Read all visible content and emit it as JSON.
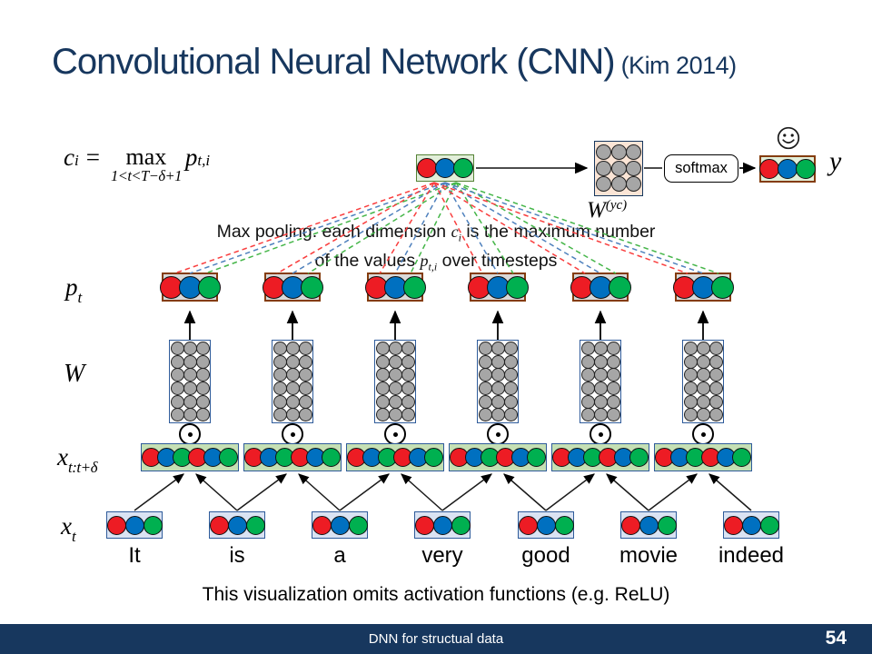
{
  "title": {
    "main": "Convolutional Neural Network (CNN)",
    "citation": "(Kim 2014)"
  },
  "formula": {
    "lhs": "c",
    "lhs_sub": "i",
    "eq": "=",
    "op": "max",
    "op_cond": "1<t<T−δ+1",
    "rhs": "p",
    "rhs_sub": "t,i"
  },
  "pooling_note": {
    "l1a": "Max pooling: each dimension ",
    "l1var": "c",
    "l1sub": "i",
    "l1b": " is the maximum number",
    "l2a": "of the values ",
    "l2var": "p",
    "l2sub": "t,i",
    "l2b": " over timesteps"
  },
  "top_row": {
    "weight_label": "W",
    "weight_sup": "(yc)",
    "softmax": "softmax",
    "output_label": "y",
    "smiley_icon": "smiley-face"
  },
  "layer_labels": {
    "pt_var": "p",
    "pt_sub": "t",
    "w_var": "W",
    "win_var": "x",
    "win_sub": "t:t+δ",
    "xt_var": "x",
    "xt_sub": "t"
  },
  "diagram": {
    "words": [
      "It",
      "is",
      "a",
      "very",
      "good",
      "movie",
      "indeed"
    ],
    "vector_pattern": [
      "red",
      "blue",
      "green"
    ],
    "window_pattern": [
      "red",
      "blue",
      "green",
      "red",
      "blue",
      "green"
    ],
    "num_windows": 6,
    "wyc_grid": {
      "rows": 3,
      "cols": 3
    },
    "w_grid": {
      "rows": 6,
      "cols": 3
    },
    "dot_operator_icon": "dot-product"
  },
  "notes": {
    "bottom": "This visualization omits activation functions (e.g. ReLU)"
  },
  "footer": {
    "text": "DNN for structual data",
    "page": "54"
  },
  "colors": {
    "navy": "#17375e",
    "red": "#ed1c24",
    "blue": "#0070c0",
    "green": "#00b050",
    "gray_circle": "#a6a6a6",
    "peach_bg": "#fbe5d6",
    "light_green_bg": "#e2efda",
    "green_box_bg": "#c5e0b4",
    "blue_box_bg": "#dae3f3",
    "gray_box_bg": "#d9d9d9",
    "brown_border": "#843c0c",
    "blue_border": "#2e5b9a",
    "green_border": "#548235",
    "dash_red": "#f93e3e",
    "dash_blue": "#4f81bd",
    "dash_green": "#45b649"
  }
}
